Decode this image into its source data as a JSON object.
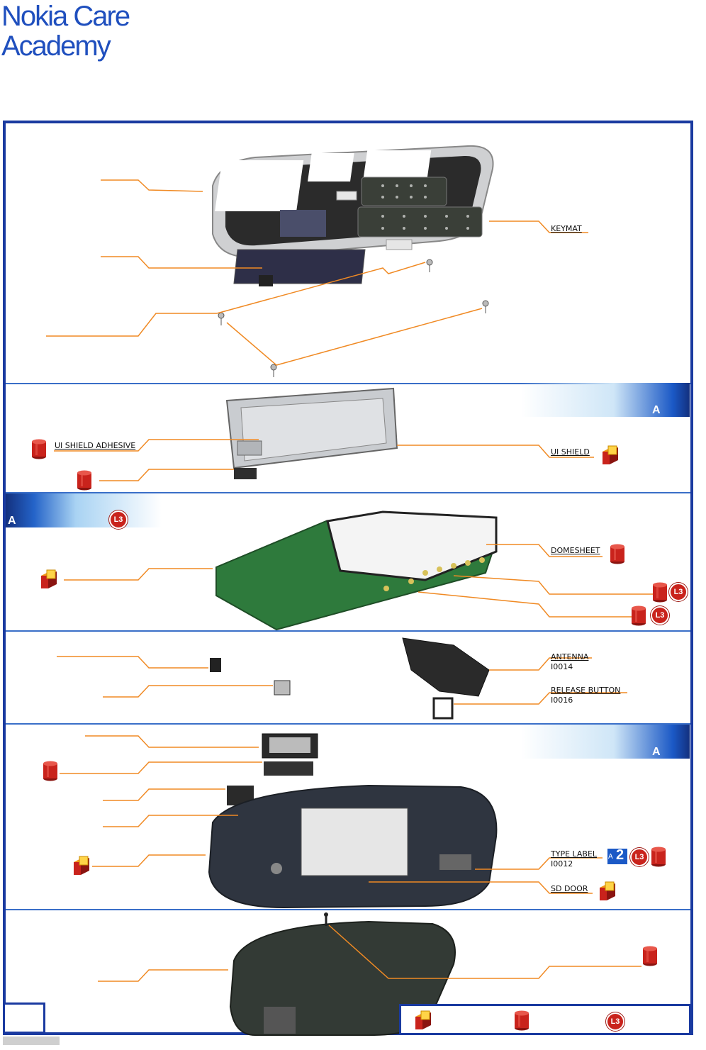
{
  "header": {
    "logo_line1": "Nokia Care",
    "logo_line2": "Academy"
  },
  "colors": {
    "brand_blue": "#1a3aa0",
    "leader_orange": "#f08a24",
    "spare_red": "#c9231c",
    "cube_orange": "#f39a1a"
  },
  "labels": {
    "keymat": "KEYMAT",
    "ui_shield_adhesive": "UI SHIELD ADHESIVE",
    "ui_shield": "UI SHIELD",
    "domesheet": "DOMESHEET",
    "antenna": "ANTENNA",
    "antenna_code": "I0014",
    "release_button": "RELEASE BUTTON",
    "release_button_code": "I0016",
    "type_label": "TYPE LABEL",
    "type_label_code": "I0012",
    "sd_door": "SD DOOR"
  },
  "bands": {
    "letter": "A"
  },
  "badges": {
    "l3": "L3",
    "a2_letter": "A",
    "a2_number": "2"
  },
  "icons": [
    "cylinder-spare-icon",
    "cube-module-icon",
    "l3-level-icon",
    "a2-level-icon"
  ]
}
